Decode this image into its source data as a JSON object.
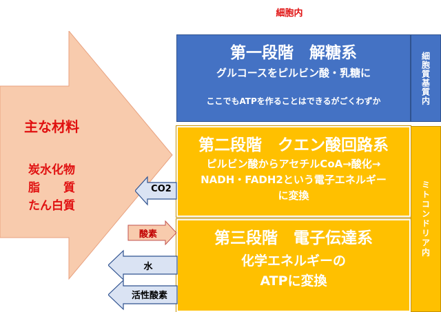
{
  "header": {
    "location_label": "細胞内"
  },
  "materials": {
    "title": "主な材料",
    "items": [
      "炭水化物",
      "脂　　質",
      "たん白質"
    ]
  },
  "stage1": {
    "title": "第一段階　解糖系",
    "line1": "グルコースをピルビン酸・乳糖に",
    "line2": "ここでもATPを作ることはできるがごくわずか",
    "side_label": "細胞質基質内"
  },
  "stage2": {
    "title": "第二段階　クエン酸回路系",
    "line1": "ピルビン酸からアセチルCoA→酸化→",
    "line2": "NADH・FADH2という電子エネルギー",
    "line3": "に変換"
  },
  "stage3": {
    "title": "第三段階　電子伝達系",
    "line1": "化学エネルギーの",
    "line2": "ATPに変換"
  },
  "mito_label": "ミトコンドリア内",
  "arrows": {
    "co2": "CO2",
    "oxygen": "酸素",
    "water": "水",
    "ros": "活性酸素"
  },
  "colors": {
    "blue": "#4472c4",
    "orange": "#ffc000",
    "arrow_fill": "#f8cbad",
    "side_arrow_fill": "#dae3f3",
    "red_text": "#e01010"
  }
}
